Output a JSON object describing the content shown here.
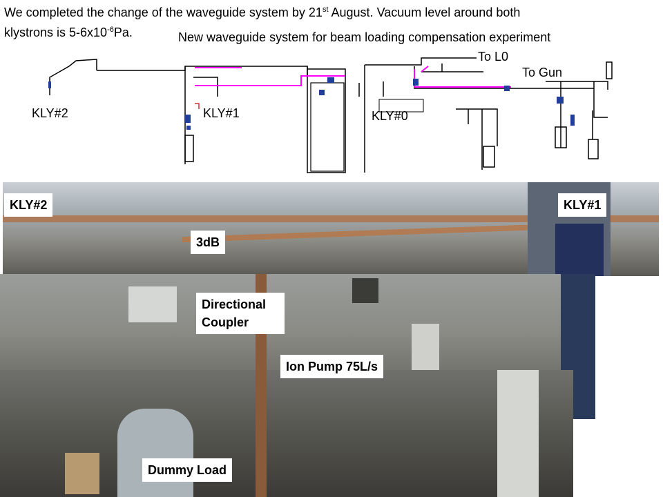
{
  "intro": {
    "line1": "We completed the change of the waveguide system by 21",
    "sup1": "st",
    "line1b": " August. Vacuum level around both",
    "line2": "klystrons is 5-6x10",
    "sup2": "-6",
    "line2b": "Pa."
  },
  "diagram": {
    "title": "New waveguide system for beam loading compensation experiment",
    "labels": {
      "kly2": "KLY#2",
      "kly1": "KLY#1",
      "kly0": "KLY#0",
      "to_l0": "To L0",
      "to_gun": "To Gun"
    },
    "colors": {
      "existing_line": "#000000",
      "new_waveguide": "#ff00ff",
      "component_blue": "#1f3f9a",
      "feed_red": "#d33030"
    }
  },
  "photo_tags": {
    "kly2": "KLY#2",
    "kly1": "KLY#1",
    "hybrid": "3dB",
    "coupler": "Directional Coupler",
    "ion_pump": "Ion Pump 75L/s",
    "dummy_load": "Dummy Load"
  }
}
